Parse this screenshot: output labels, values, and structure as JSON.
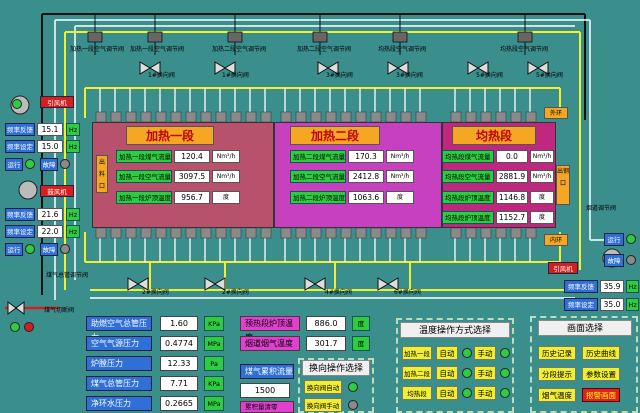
{
  "title": "",
  "colors": {
    "bg": "#3a8e8c",
    "pipe_yellow": "#f2ef2f",
    "pipe_white": "#ffffff",
    "pipe_black": "#111111",
    "sec1": "#b8516c",
    "sec2": "#c640c0",
    "sec3": "#c02880",
    "label_green": "#2ecc40",
    "label_blue": "#2f6fd6",
    "label_orange": "#f5a623",
    "alarm_red": "#d61e1e"
  },
  "top_valves": [
    "加热一段空气调节阀",
    "加热一段空气调节阀",
    "加热二段空气调节阀",
    "加热二段空气调节阀",
    "均热段空气调节阀",
    "均热段空气调节阀"
  ],
  "top_valves_mid": [
    "1#换向阀",
    "1#换向阀",
    "3#换向阀",
    "3#换向阀",
    "5#换向阀",
    "5#换向阀"
  ],
  "sections": {
    "s1": {
      "title": "加热一段",
      "rows": [
        {
          "label": "加热一段煤气流量",
          "value": "120.4",
          "unit": "Nm³/h"
        },
        {
          "label": "加热一段空气流量",
          "value": "3097.5",
          "unit": "Nm³/h"
        },
        {
          "label": "加热一段炉顶温度",
          "value": "956.7",
          "unit": "度"
        }
      ]
    },
    "s2": {
      "title": "加热二段",
      "rows": [
        {
          "label": "加热二段煤气流量",
          "value": "170.3",
          "unit": "Nm³/h"
        },
        {
          "label": "加热二段空气流量",
          "value": "2412.8",
          "unit": "Nm³/h"
        },
        {
          "label": "加热二段炉顶温度",
          "value": "1063.6",
          "unit": "度"
        }
      ]
    },
    "s3": {
      "title": "均热段",
      "rows": [
        {
          "label": "均热段煤气流量",
          "value": "0.0",
          "unit": "Nm³/h"
        },
        {
          "label": "均热段空气流量",
          "value": "2881.9",
          "unit": "Nm³/h"
        },
        {
          "label": "均热段炉顶温度",
          "value": "1146.8",
          "unit": "度"
        },
        {
          "label": "均热段炉顶温度",
          "value": "1152.7",
          "unit": "度"
        }
      ]
    }
  },
  "side": {
    "inlet": "出料口",
    "outlet": "出钢口",
    "outer": "外环",
    "inner": "内环"
  },
  "left": {
    "fan1": "引风机",
    "freq1_label": "频率反馈",
    "freq1_val": "15.1",
    "freq1_unit": "Hz",
    "freq2_label": "频率设定",
    "freq2_val": "15.0",
    "freq2_unit": "Hz",
    "run1": "运行",
    "fault1": "故障",
    "fan2": "鼓风机",
    "freq3_label": "频率反馈",
    "freq3_val": "21.6",
    "freq3_unit": "Hz",
    "freq4_label": "频率设定",
    "freq4_val": "22.0",
    "freq4_unit": "Hz",
    "run2": "运行",
    "fault2": "故障",
    "gas_valve": "煤气总管调节阀",
    "gas_valve2": "煤气切断阀"
  },
  "right": {
    "smoke_valve": "烟道调节阀",
    "run": "运行",
    "fault": "故障",
    "fan3": "引风机",
    "freq_label": "频率反馈",
    "freq_val": "35.9",
    "freq_unit": "Hz",
    "freq2_label": "频率设定",
    "freq2_val": "35.0",
    "freq2_unit": "Hz"
  },
  "bottom_valves": [
    "2#换向阀",
    "2#换向阀",
    "4#换向阀",
    "6#换向阀"
  ],
  "bottom_left": [
    {
      "label": "助燃空气总管压力",
      "value": "1.60",
      "unit": "KPa"
    },
    {
      "label": "空气气源压力",
      "value": "0.4774",
      "unit": "MPa"
    },
    {
      "label": "炉膛压力",
      "value": "12.33",
      "unit": "Pa"
    },
    {
      "label": "煤气总管压力",
      "value": "7.71",
      "unit": "KPa"
    },
    {
      "label": "净环水压力",
      "value": "0.2665",
      "unit": "MPa"
    }
  ],
  "bottom_mid": [
    {
      "label": "预热段炉顶温度",
      "value": "886.0",
      "unit": "度"
    },
    {
      "label": "烟道烟气温度",
      "value": "301.7",
      "unit": "度"
    }
  ],
  "gas_total": {
    "label": "煤气累积流量",
    "value": "1500"
  },
  "gas_total_btn": "累积量清零",
  "switch_panel": {
    "title": "换向操作选择",
    "auto": "换向阀自动",
    "manual": "换向阀手动"
  },
  "temp_panel": {
    "title": "温度操作方式选择",
    "rows": [
      {
        "name": "加热一段",
        "auto": "自动",
        "manual": "手动"
      },
      {
        "name": "加热二段",
        "auto": "自动",
        "manual": "手动"
      },
      {
        "name": "均热段",
        "auto": "自动",
        "manual": "手动"
      }
    ]
  },
  "screen_panel": {
    "title": "画面选择",
    "buttons": [
      "历史记录",
      "历史曲线",
      "分段提示",
      "参数设置",
      "烟气温度",
      "报警画面"
    ]
  }
}
